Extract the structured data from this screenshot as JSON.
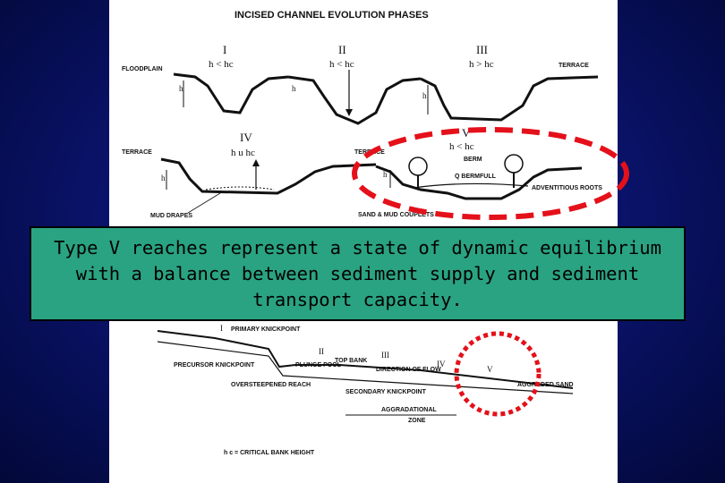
{
  "diagram": {
    "title": "INCISED CHANNEL EVOLUTION PHASES",
    "phases": {
      "p1": {
        "numeral": "I",
        "equation": "h < hc"
      },
      "p2": {
        "numeral": "II",
        "equation": "h < hc"
      },
      "p3": {
        "numeral": "III",
        "equation": "h > hc"
      },
      "p4": {
        "numeral": "IV",
        "equation": "h u hc"
      },
      "p5": {
        "numeral": "V",
        "equation": "h < hc"
      }
    },
    "labels": {
      "floodplain": "FLOODPLAIN",
      "terrace_right": "TERRACE",
      "terrace_left": "TERRACE",
      "terrace_mid": "TERRACE",
      "berm": "BERM",
      "bermfull": "Q BERMFULL",
      "adventitious_roots": "ADVENTITIOUS ROOTS",
      "mud_drapes": "MUD DRAPES",
      "sand_mud_couplets": "SAND & MUD COUPLETS",
      "h": "h"
    },
    "profile": {
      "primary_knickpoint": "PRIMARY KNICKPOINT",
      "precursor_knickpoint": "PRECURSOR KNICKPOINT",
      "oversteepened_reach": "OVERSTEEPENED REACH",
      "plunge_pool": "PLUNGE POOL",
      "top_bank": "TOP BANK",
      "direction_of_flow": "DIRECTION OF FLOW",
      "secondary_knickpoint": "SECONDARY KNICKPOINT",
      "aggraded_sand": "AGGRADED SAND",
      "aggradational": "AGGRADATIONAL",
      "zone": "ZONE",
      "critical_bank_height": "h c = CRITICAL BANK HEIGHT",
      "numerals": {
        "i": "I",
        "ii": "II",
        "iii": "III",
        "iv": "IV",
        "v": "V"
      }
    }
  },
  "callout": {
    "text": "Type V reaches represent a state of dynamic equilibrium with a balance between sediment supply and sediment transport capacity."
  },
  "colors": {
    "background": "#0b1470",
    "callout_fill": "#2aa382",
    "highlight": "#e4101a"
  }
}
